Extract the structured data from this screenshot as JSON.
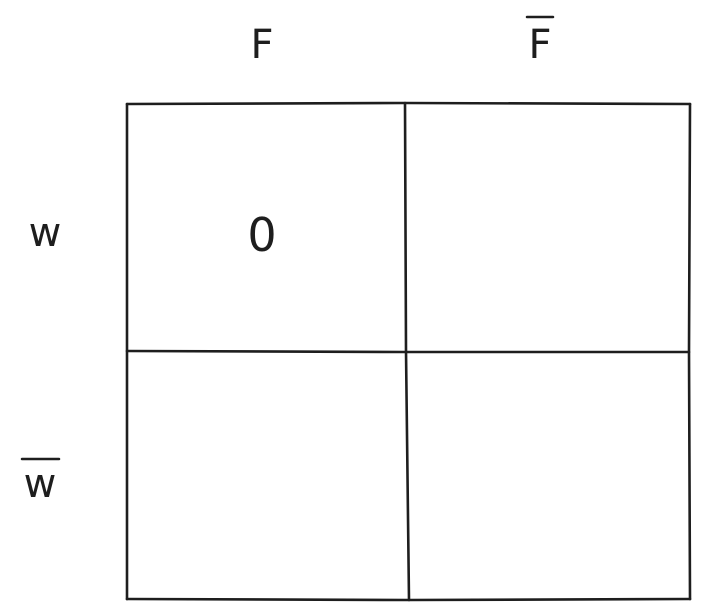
{
  "diagram": {
    "column_headers": [
      {
        "text": "F",
        "negated": false
      },
      {
        "text": "F",
        "negated": true
      }
    ],
    "row_headers": [
      {
        "text": "w",
        "negated": false
      },
      {
        "text": "w",
        "negated": true
      }
    ],
    "cells": [
      [
        "0",
        ""
      ],
      [
        "",
        ""
      ]
    ],
    "stroke_color": "#1e1e1e",
    "background_color": "#ffffff"
  }
}
